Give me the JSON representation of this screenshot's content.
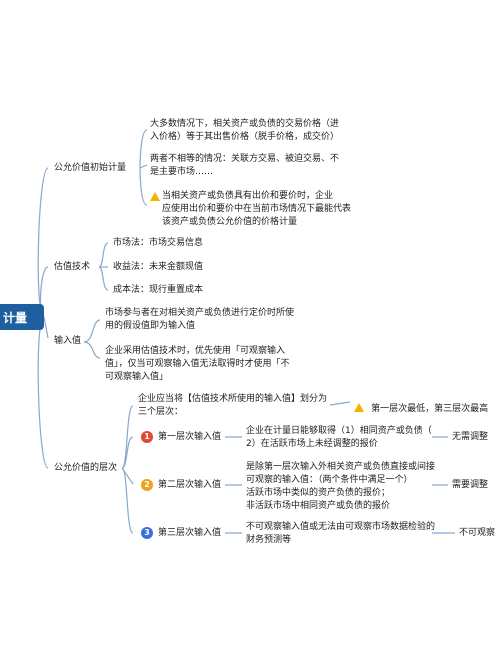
{
  "root": "计量",
  "b1": {
    "label": "公允价值初始计量",
    "items": [
      "大多数情况下，相关资产或负债的交易价格（进\n入价格）等于其出售价格（脱手价格，成交价）",
      "两者不相等的情况：关联方交易、被迫交易、不\n是主要市场……",
      "当相关资产或负债具有出价和要价时，企业\n应使用出价和要价中在当前市场情况下最能代表\n该资产或负债公允价值的价格计量"
    ]
  },
  "b2": {
    "label": "估值技术",
    "items": [
      "市场法：市场交易信息",
      "收益法：未来金额现值",
      "成本法：现行重置成本"
    ]
  },
  "b3": {
    "label": "输入值",
    "items": [
      "市场参与者在对相关资产或负债进行定价时所使\n用的假设值即为输入值",
      "企业采用估值技术时，优先使用「可观察输入\n值」，仅当可观察输入值无法取得时才使用「不\n可观察输入值」"
    ]
  },
  "b4": {
    "label": "公允价值的层次",
    "intro": "企业应当将【估值技术所使用的输入值】划分为\n三个层次：",
    "note": "第一层次最低，第三层次最高",
    "levels": [
      {
        "num": "1",
        "label": "第一层次输入值",
        "desc": "企业在计量日能够取得（1）相同资产或负债（\n2）在活跃市场上未经调整的报价",
        "adj": "无需调整",
        "color": "#e0492f"
      },
      {
        "num": "2",
        "label": "第二层次输入值",
        "desc": "是除第一层次输入外相关资产或负债直接或间接\n可观察的输入值：（两个条件中满足一个）\n活跃市场中类似的资产负债的报价；\n非活跃市场中相同资产或负债的报价",
        "adj": "需要调整",
        "color": "#f0a020"
      },
      {
        "num": "3",
        "label": "第三层次输入值",
        "desc": "不可观察输入值或无法由可观察市场数据检验的\n财务预测等",
        "adj": "不可观察",
        "color": "#3b6fd8"
      }
    ]
  }
}
